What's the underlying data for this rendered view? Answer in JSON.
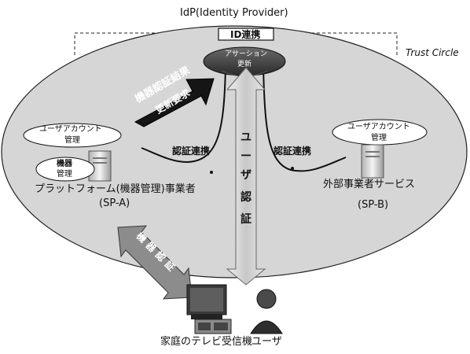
{
  "title": "IdP(Identity Provider)",
  "trust_circle": "Trust Circle",
  "id_link": "ID連携",
  "assertion": [
    "アサーション",
    "更新"
  ],
  "platform": {
    "account_line1": "ユーザアカウント",
    "account_line2": "管理",
    "device_line1": "機器",
    "device_line2": "管理",
    "name": "プラットフォーム(機器管理)事業者",
    "code": "(SP-A)"
  },
  "external": {
    "account_line1": "ユーザアカウント",
    "account_line2": "管理",
    "name": "外部事業者サービス",
    "code": "(SP-B)"
  },
  "auth_link_left": "認証連携",
  "auth_link_right": "認証連携",
  "device_result": [
    "機器認証結果",
    "更新要求"
  ],
  "user_auth": [
    "ユ",
    "ー",
    "ザ",
    "認",
    "証"
  ],
  "device_auth": [
    "機",
    "器",
    "認",
    "証"
  ],
  "tv_label": "家庭のテレビ受信機",
  "user_label": "ユーザ",
  "colors": {
    "ellipse_fill": "#d6d6d6",
    "arrow_dark": "#151515",
    "arrow_mid": "#8c8c8c",
    "arrow_light": "#c4c4c4"
  },
  "icons": [
    "server-icon",
    "tv-icon",
    "user-icon"
  ]
}
